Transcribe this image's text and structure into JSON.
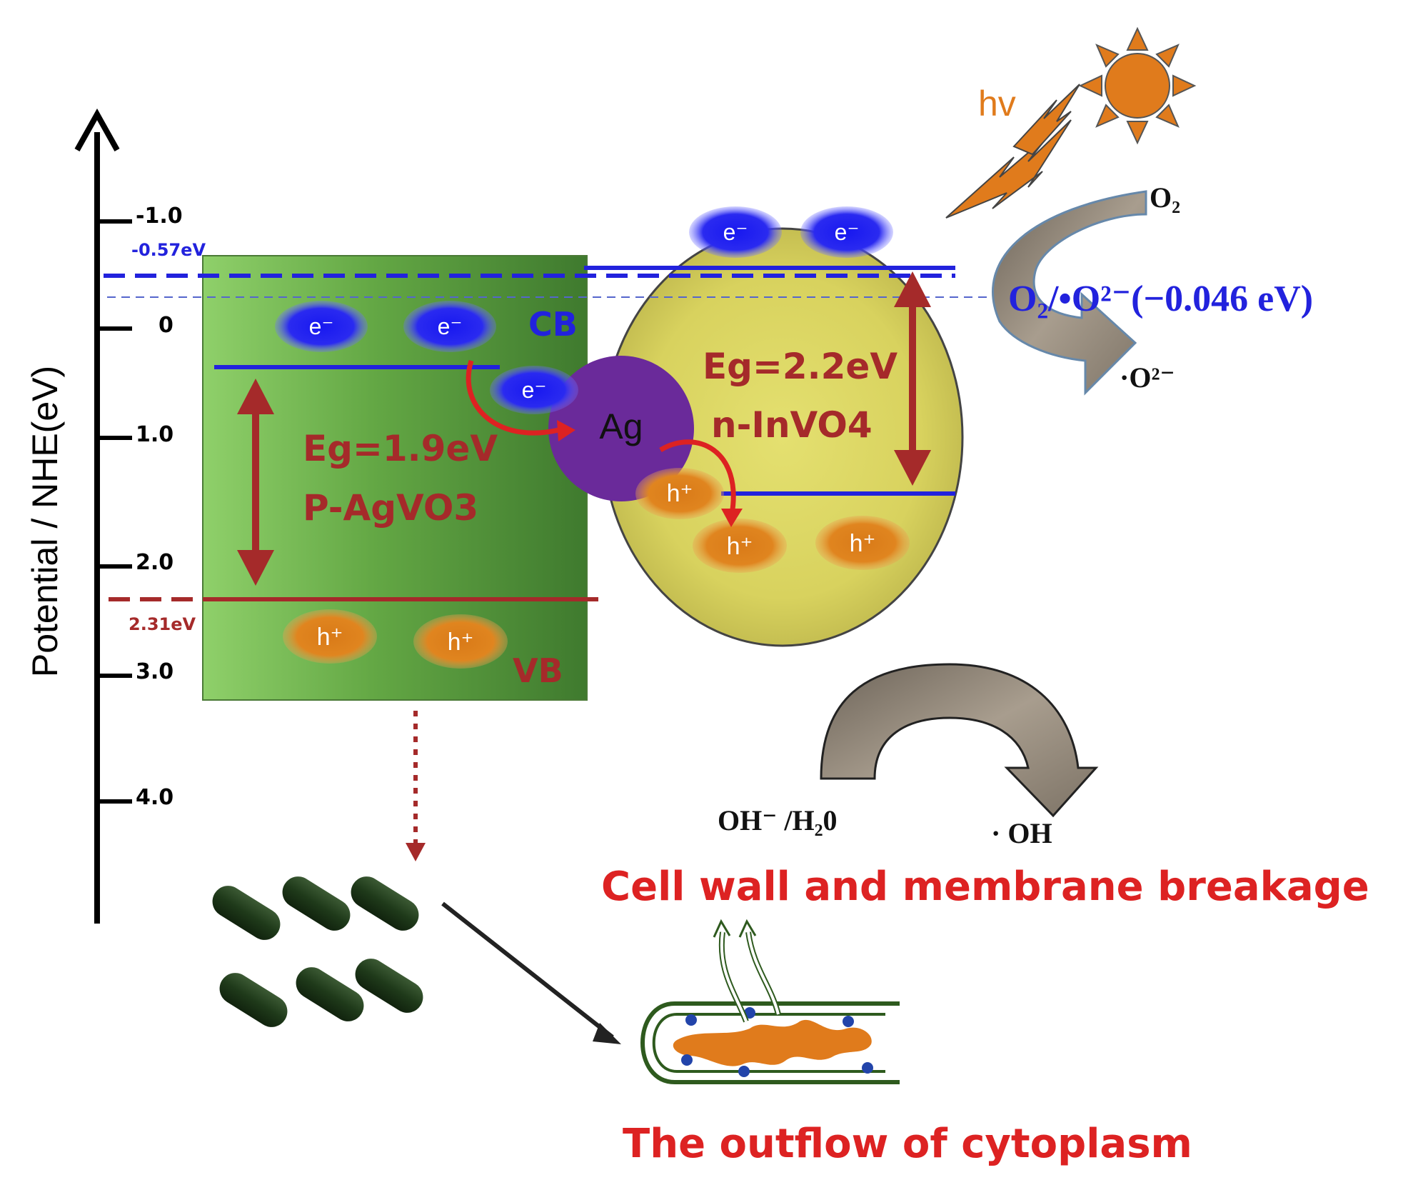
{
  "axis": {
    "title": "Potential / NHE(eV)",
    "ticks": [
      "-1.0",
      "0",
      "1.0",
      "2.0",
      "3.0",
      "4.0"
    ]
  },
  "levels": {
    "cb_agvo3": "-0.57eV",
    "vb_agvo3": "2.31eV",
    "redox": "O₂/•O²⁻(−0.046 eV)"
  },
  "agvo3": {
    "cb_label": "CB",
    "vb_label": "VB",
    "eg": "Eg=1.9eV",
    "name": "P-AgVO3"
  },
  "invo4": {
    "eg": "Eg=2.2eV",
    "name": "n-InVO4"
  },
  "ag_label": "Ag",
  "carriers": {
    "electron": "e⁻",
    "hole": "h⁺"
  },
  "light": {
    "label": "hv"
  },
  "species": {
    "o2": "O₂",
    "superoxide": "·O²⁻",
    "oh_h2o": "OH⁻ /H₂0",
    "hydroxyl": "· OH"
  },
  "captions": {
    "cell_wall": "Cell wall and membrane breakage",
    "cytoplasm": "The outflow of cytoplasm"
  },
  "colors": {
    "blue": "#2222dd",
    "darkred": "#a52a2a",
    "red": "#dd2222",
    "orange": "#e07b1c",
    "green": "#5fa03a",
    "yellow": "#dcd86a",
    "purple": "#6a2a9a"
  }
}
